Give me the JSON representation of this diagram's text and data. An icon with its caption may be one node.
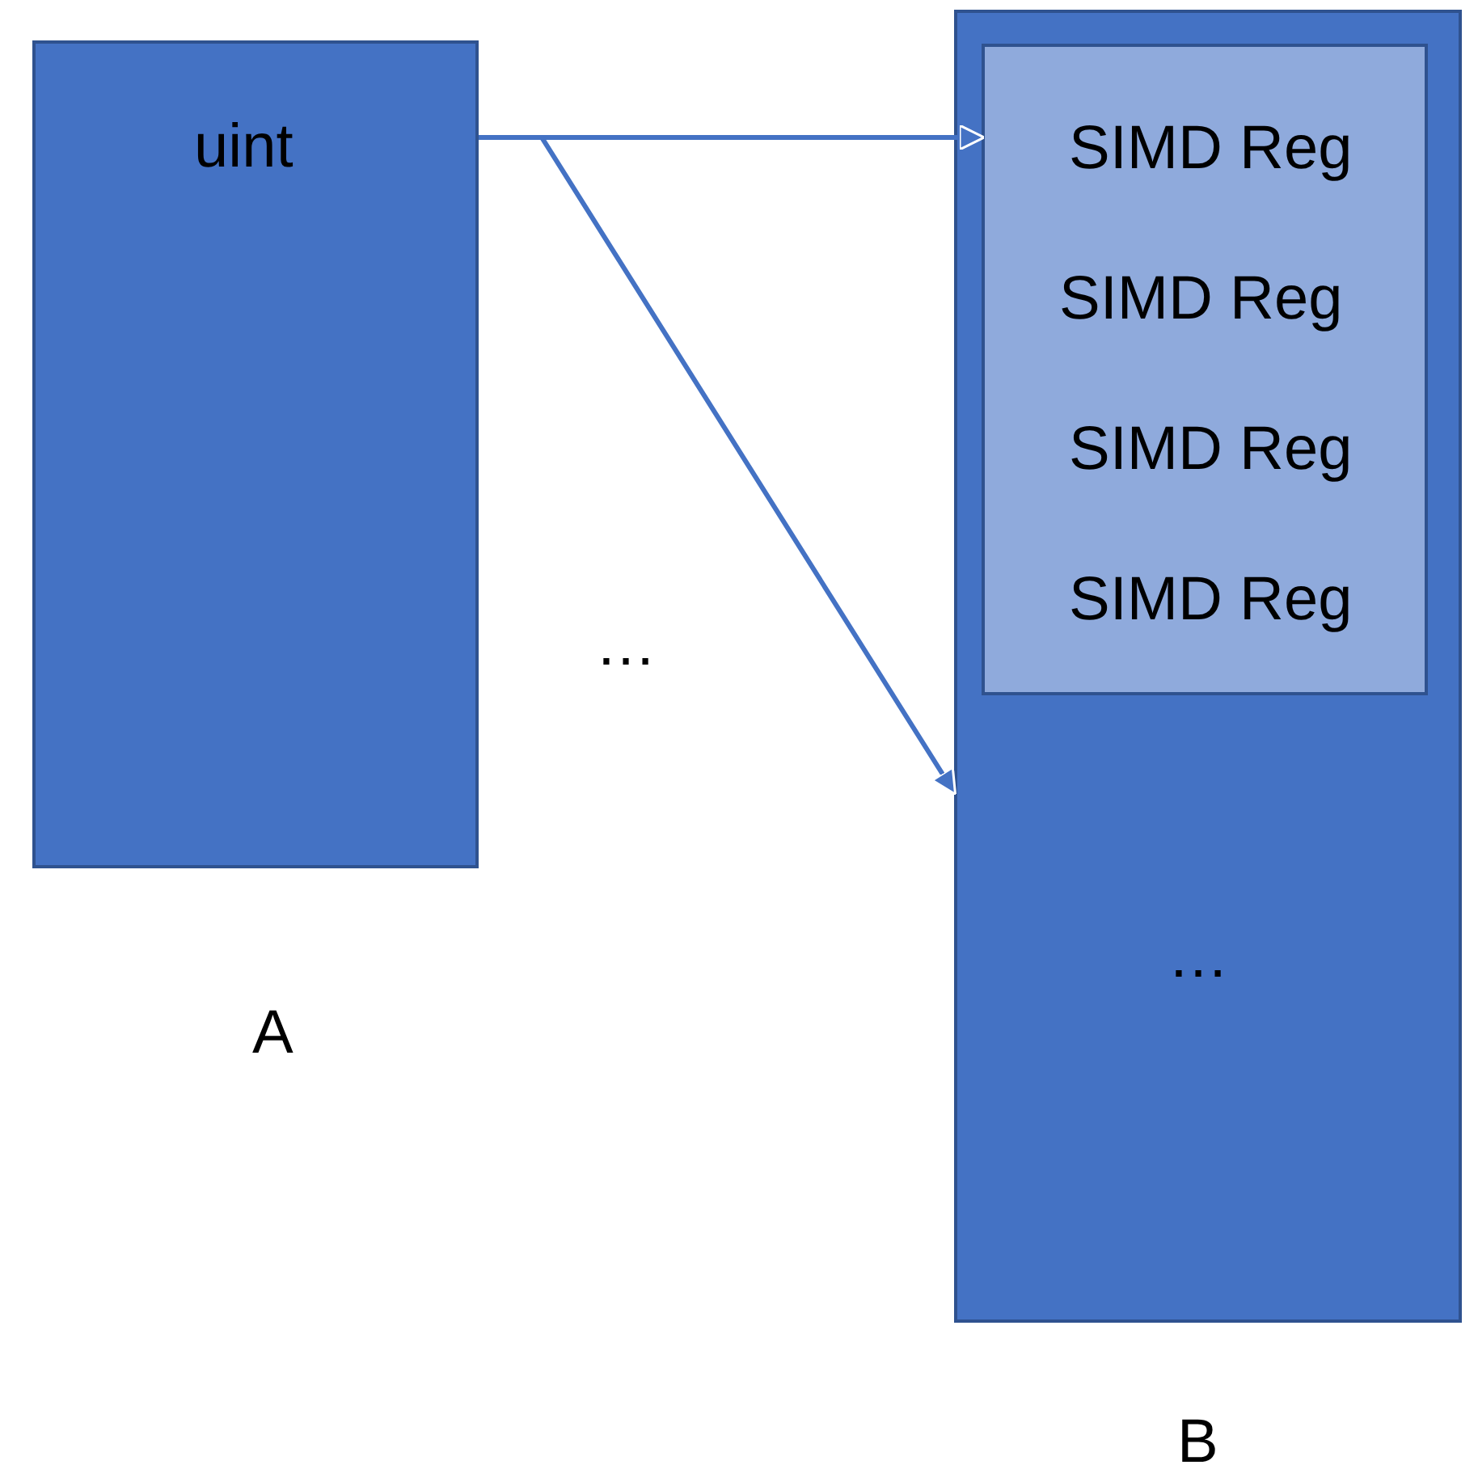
{
  "diagram": {
    "nodes": [
      {
        "text": [
          "uint"
        ],
        "beside": [
          "A"
        ]
      },
      {
        "text": [
          "…"
        ],
        "beside": [
          "B"
        ]
      },
      {
        "text": [
          "SIMD Reg",
          "SIMD Reg",
          "SIMD Reg",
          "SIMD Reg"
        ],
        "in": 1
      }
    ],
    "edges": [
      {
        "from": 0,
        "to": 2,
        "arrow": "to"
      },
      {
        "from": 0,
        "to": 1,
        "arrow": "to"
      }
    ],
    "labels": [
      "…"
    ]
  }
}
